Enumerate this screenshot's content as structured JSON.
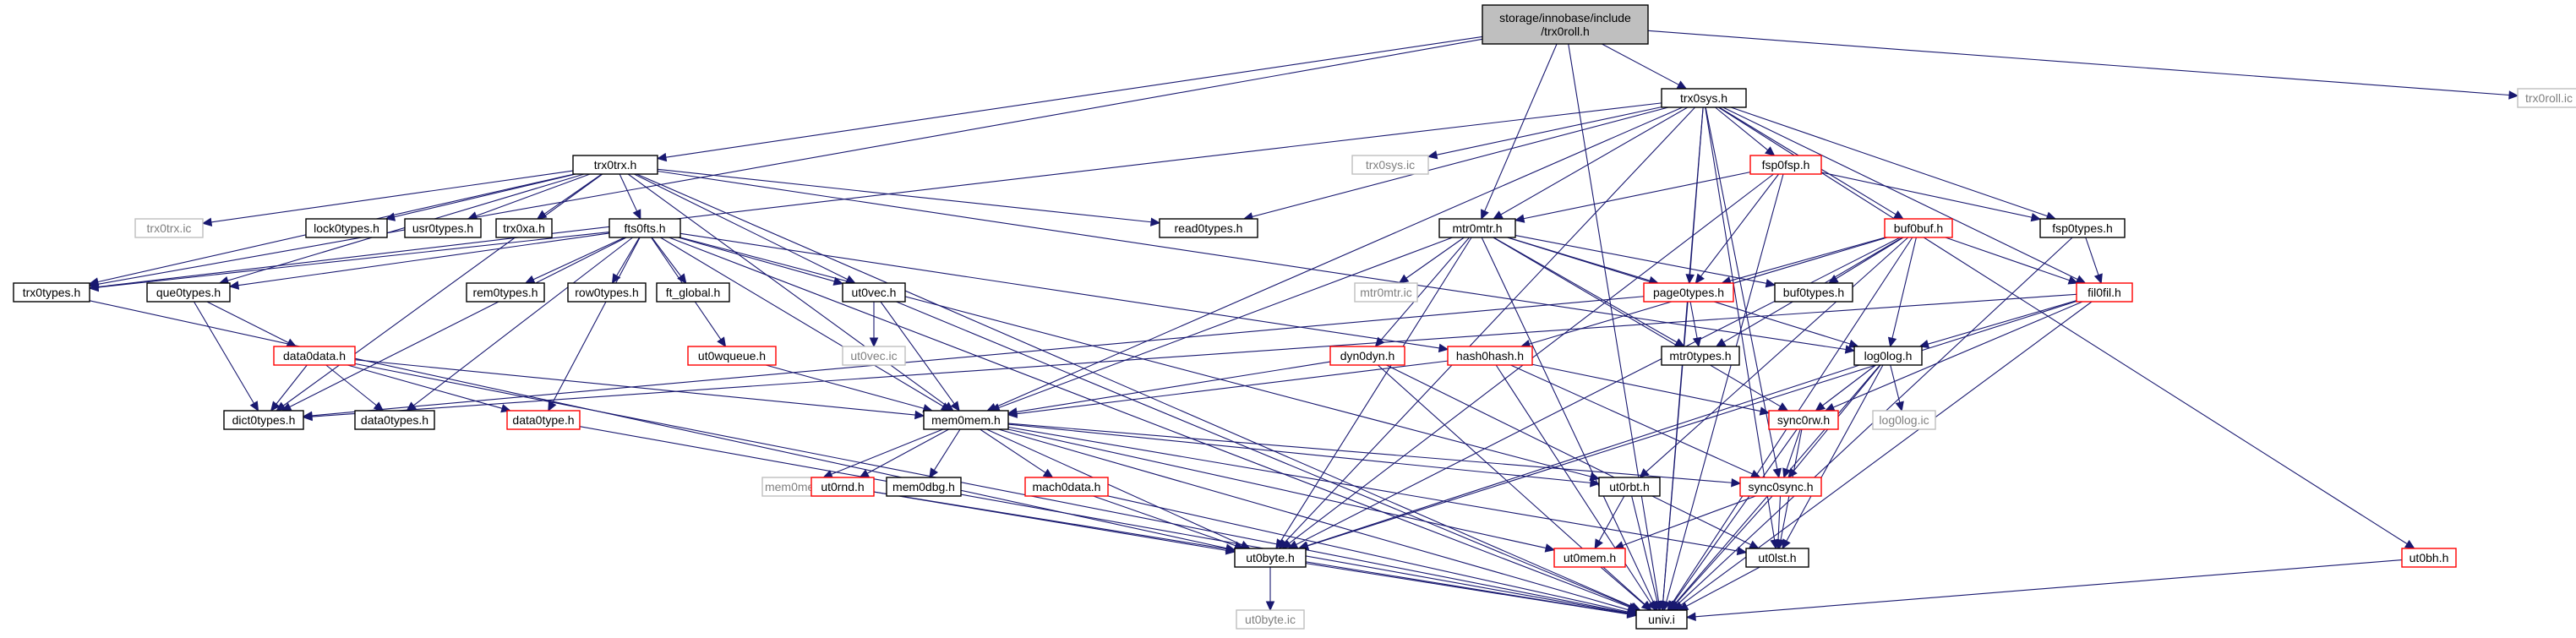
{
  "diagram": {
    "type": "include-dependency-graph",
    "colors": {
      "edge": "#191970",
      "node_border": "#000000",
      "node_border_red": "#ff0000",
      "node_border_gray": "#bfbfbf",
      "root_fill": "#bfbfbf",
      "gray_text": "#7f7f7f"
    },
    "nodes": [
      {
        "id": "root",
        "lines": [
          "storage/innobase/include",
          "/trx0roll.h"
        ],
        "style": "root"
      },
      {
        "id": "trx0sys",
        "lines": [
          "trx0sys.h"
        ],
        "style": "normal"
      },
      {
        "id": "trx0roll_ic",
        "lines": [
          "trx0roll.ic"
        ],
        "style": "gray"
      },
      {
        "id": "trx0trx",
        "lines": [
          "trx0trx.h"
        ],
        "style": "normal"
      },
      {
        "id": "trx0sys_ic",
        "lines": [
          "trx0sys.ic"
        ],
        "style": "gray"
      },
      {
        "id": "fsp0fsp",
        "lines": [
          "fsp0fsp.h"
        ],
        "style": "red"
      },
      {
        "id": "trx0trx_ic",
        "lines": [
          "trx0trx.ic"
        ],
        "style": "gray"
      },
      {
        "id": "lock0types",
        "lines": [
          "lock0types.h"
        ],
        "style": "normal"
      },
      {
        "id": "usr0types",
        "lines": [
          "usr0types.h"
        ],
        "style": "normal"
      },
      {
        "id": "trx0xa",
        "lines": [
          "trx0xa.h"
        ],
        "style": "normal"
      },
      {
        "id": "read0types",
        "lines": [
          "read0types.h"
        ],
        "style": "normal"
      },
      {
        "id": "mtr0mtr",
        "lines": [
          "mtr0mtr.h"
        ],
        "style": "normal"
      },
      {
        "id": "buf0buf",
        "lines": [
          "buf0buf.h"
        ],
        "style": "red"
      },
      {
        "id": "fsp0types",
        "lines": [
          "fsp0types.h"
        ],
        "style": "normal"
      },
      {
        "id": "fts0fts",
        "lines": [
          "fts0fts.h"
        ],
        "style": "normal"
      },
      {
        "id": "trx0types",
        "lines": [
          "trx0types.h"
        ],
        "style": "normal"
      },
      {
        "id": "que0types",
        "lines": [
          "que0types.h"
        ],
        "style": "normal"
      },
      {
        "id": "rem0types",
        "lines": [
          "rem0types.h"
        ],
        "style": "normal"
      },
      {
        "id": "row0types",
        "lines": [
          "row0types.h"
        ],
        "style": "normal"
      },
      {
        "id": "ft_global",
        "lines": [
          "ft_global.h"
        ],
        "style": "normal"
      },
      {
        "id": "ut0vec",
        "lines": [
          "ut0vec.h"
        ],
        "style": "normal"
      },
      {
        "id": "mtr0mtr_ic",
        "lines": [
          "mtr0mtr.ic"
        ],
        "style": "gray"
      },
      {
        "id": "page0types",
        "lines": [
          "page0types.h"
        ],
        "style": "red"
      },
      {
        "id": "buf0types",
        "lines": [
          "buf0types.h"
        ],
        "style": "normal"
      },
      {
        "id": "fil0fil",
        "lines": [
          "fil0fil.h"
        ],
        "style": "red"
      },
      {
        "id": "ut0bh",
        "lines": [
          "ut0bh.h"
        ],
        "style": "red"
      },
      {
        "id": "data0data",
        "lines": [
          "data0data.h"
        ],
        "style": "red"
      },
      {
        "id": "ut0vec_ic",
        "lines": [
          "ut0vec.ic"
        ],
        "style": "gray"
      },
      {
        "id": "ut0wqueue",
        "lines": [
          "ut0wqueue.h"
        ],
        "style": "red"
      },
      {
        "id": "dyn0dyn",
        "lines": [
          "dyn0dyn.h"
        ],
        "style": "red"
      },
      {
        "id": "hash0hash",
        "lines": [
          "hash0hash.h"
        ],
        "style": "red"
      },
      {
        "id": "mtr0types",
        "lines": [
          "mtr0types.h"
        ],
        "style": "normal"
      },
      {
        "id": "log0log",
        "lines": [
          "log0log.h"
        ],
        "style": "normal"
      },
      {
        "id": "dict0types",
        "lines": [
          "dict0types.h"
        ],
        "style": "normal"
      },
      {
        "id": "data0types",
        "lines": [
          "data0types.h"
        ],
        "style": "normal"
      },
      {
        "id": "data0type",
        "lines": [
          "data0type.h"
        ],
        "style": "red"
      },
      {
        "id": "mem0mem",
        "lines": [
          "mem0mem.h"
        ],
        "style": "normal"
      },
      {
        "id": "sync0rw",
        "lines": [
          "sync0rw.h"
        ],
        "style": "red"
      },
      {
        "id": "log0log_ic",
        "lines": [
          "log0log.ic"
        ],
        "style": "gray"
      },
      {
        "id": "mem0mem_ic",
        "lines": [
          "mem0mem.ic"
        ],
        "style": "gray"
      },
      {
        "id": "ut0rnd",
        "lines": [
          "ut0rnd.h"
        ],
        "style": "red"
      },
      {
        "id": "mem0dbg",
        "lines": [
          "mem0dbg.h"
        ],
        "style": "normal"
      },
      {
        "id": "mach0data",
        "lines": [
          "mach0data.h"
        ],
        "style": "red"
      },
      {
        "id": "ut0rbt",
        "lines": [
          "ut0rbt.h"
        ],
        "style": "normal"
      },
      {
        "id": "sync0sync",
        "lines": [
          "sync0sync.h"
        ],
        "style": "red"
      },
      {
        "id": "ut0byte",
        "lines": [
          "ut0byte.h"
        ],
        "style": "normal"
      },
      {
        "id": "ut0mem",
        "lines": [
          "ut0mem.h"
        ],
        "style": "red"
      },
      {
        "id": "ut0lst",
        "lines": [
          "ut0lst.h"
        ],
        "style": "normal"
      },
      {
        "id": "univ",
        "lines": [
          "univ.i"
        ],
        "style": "normal"
      },
      {
        "id": "ut0byte_ic",
        "lines": [
          "ut0byte.ic"
        ],
        "style": "gray"
      }
    ],
    "edges": [
      [
        "root",
        "trx0sys"
      ],
      [
        "root",
        "trx0roll_ic"
      ],
      [
        "root",
        "trx0trx"
      ],
      [
        "root",
        "mtr0mtr"
      ],
      [
        "root",
        "trx0types"
      ],
      [
        "root",
        "univ"
      ],
      [
        "trx0sys",
        "trx0sys_ic"
      ],
      [
        "trx0sys",
        "fsp0fsp"
      ],
      [
        "trx0sys",
        "read0types"
      ],
      [
        "trx0sys",
        "mtr0mtr"
      ],
      [
        "trx0sys",
        "buf0buf"
      ],
      [
        "trx0sys",
        "fsp0types"
      ],
      [
        "trx0sys",
        "page0types"
      ],
      [
        "trx0sys",
        "fil0fil"
      ],
      [
        "trx0sys",
        "ut0bh"
      ],
      [
        "trx0sys",
        "mem0mem"
      ],
      [
        "trx0sys",
        "ut0byte"
      ],
      [
        "trx0sys",
        "ut0lst"
      ],
      [
        "trx0sys",
        "sync0sync"
      ],
      [
        "trx0sys",
        "univ"
      ],
      [
        "trx0sys",
        "trx0types"
      ],
      [
        "trx0trx",
        "trx0trx_ic"
      ],
      [
        "trx0trx",
        "lock0types"
      ],
      [
        "trx0trx",
        "usr0types"
      ],
      [
        "trx0trx",
        "trx0xa"
      ],
      [
        "trx0trx",
        "read0types"
      ],
      [
        "trx0trx",
        "fts0fts"
      ],
      [
        "trx0trx",
        "trx0types"
      ],
      [
        "trx0trx",
        "que0types"
      ],
      [
        "trx0trx",
        "ut0vec"
      ],
      [
        "trx0trx",
        "mem0mem"
      ],
      [
        "trx0trx",
        "dict0types"
      ],
      [
        "trx0trx",
        "log0log"
      ],
      [
        "trx0trx",
        "univ"
      ],
      [
        "fsp0fsp",
        "mtr0mtr"
      ],
      [
        "fsp0fsp",
        "page0types"
      ],
      [
        "fsp0fsp",
        "fsp0types"
      ],
      [
        "fsp0fsp",
        "ut0byte"
      ],
      [
        "fsp0fsp",
        "univ"
      ],
      [
        "mtr0mtr",
        "mtr0mtr_ic"
      ],
      [
        "mtr0mtr",
        "page0types"
      ],
      [
        "mtr0mtr",
        "buf0types"
      ],
      [
        "mtr0mtr",
        "mtr0types"
      ],
      [
        "mtr0mtr",
        "dyn0dyn"
      ],
      [
        "mtr0mtr",
        "log0log"
      ],
      [
        "mtr0mtr",
        "mem0mem"
      ],
      [
        "mtr0mtr",
        "sync0rw"
      ],
      [
        "mtr0mtr",
        "ut0byte"
      ],
      [
        "mtr0mtr",
        "univ"
      ],
      [
        "buf0buf",
        "page0types"
      ],
      [
        "buf0buf",
        "buf0types"
      ],
      [
        "buf0buf",
        "fil0fil"
      ],
      [
        "buf0buf",
        "hash0hash"
      ],
      [
        "buf0buf",
        "mtr0types"
      ],
      [
        "buf0buf",
        "log0log"
      ],
      [
        "buf0buf",
        "ut0rbt"
      ],
      [
        "buf0buf",
        "ut0byte"
      ],
      [
        "buf0buf",
        "univ"
      ],
      [
        "fsp0types",
        "fil0fil"
      ],
      [
        "fsp0types",
        "univ"
      ],
      [
        "fil0fil",
        "dict0types"
      ],
      [
        "fil0fil",
        "log0log"
      ],
      [
        "fil0fil",
        "sync0rw"
      ],
      [
        "fil0fil",
        "ut0byte"
      ],
      [
        "fil0fil",
        "univ"
      ],
      [
        "fts0fts",
        "trx0types"
      ],
      [
        "fts0fts",
        "que0types"
      ],
      [
        "fts0fts",
        "rem0types"
      ],
      [
        "fts0fts",
        "row0types"
      ],
      [
        "fts0fts",
        "ft_global"
      ],
      [
        "fts0fts",
        "ut0vec"
      ],
      [
        "fts0fts",
        "hash0hash"
      ],
      [
        "fts0fts",
        "ut0wqueue"
      ],
      [
        "fts0fts",
        "data0type"
      ],
      [
        "fts0fts",
        "data0types"
      ],
      [
        "fts0fts",
        "dict0types"
      ],
      [
        "fts0fts",
        "mem0mem"
      ],
      [
        "fts0fts",
        "ut0rbt"
      ],
      [
        "fts0fts",
        "univ"
      ],
      [
        "trx0types",
        "ut0byte"
      ],
      [
        "que0types",
        "data0data"
      ],
      [
        "que0types",
        "dict0types"
      ],
      [
        "data0data",
        "dict0types"
      ],
      [
        "data0data",
        "data0types"
      ],
      [
        "data0data",
        "data0type"
      ],
      [
        "data0data",
        "mem0mem"
      ],
      [
        "data0data",
        "univ"
      ],
      [
        "ut0vec",
        "ut0vec_ic"
      ],
      [
        "ut0vec",
        "mem0mem"
      ],
      [
        "ut0vec",
        "univ"
      ],
      [
        "ut0wqueue",
        "mem0mem"
      ],
      [
        "page0types",
        "dict0types"
      ],
      [
        "page0types",
        "mtr0types"
      ],
      [
        "page0types",
        "univ"
      ],
      [
        "dyn0dyn",
        "mem0mem"
      ],
      [
        "dyn0dyn",
        "ut0lst"
      ],
      [
        "dyn0dyn",
        "univ"
      ],
      [
        "hash0hash",
        "mem0mem"
      ],
      [
        "hash0hash",
        "sync0rw"
      ],
      [
        "hash0hash",
        "sync0sync"
      ],
      [
        "hash0hash",
        "univ"
      ],
      [
        "log0log",
        "log0log_ic"
      ],
      [
        "log0log",
        "sync0rw"
      ],
      [
        "log0log",
        "sync0sync"
      ],
      [
        "log0log",
        "ut0lst"
      ],
      [
        "log0log",
        "ut0byte"
      ],
      [
        "log0log",
        "univ"
      ],
      [
        "data0type",
        "univ"
      ],
      [
        "mem0mem",
        "mem0mem_ic"
      ],
      [
        "mem0mem",
        "ut0rnd"
      ],
      [
        "mem0mem",
        "mem0dbg"
      ],
      [
        "mem0mem",
        "mach0data"
      ],
      [
        "mem0mem",
        "ut0rbt"
      ],
      [
        "mem0mem",
        "sync0sync"
      ],
      [
        "mem0mem",
        "ut0byte"
      ],
      [
        "mem0mem",
        "ut0mem"
      ],
      [
        "mem0mem",
        "ut0lst"
      ],
      [
        "mem0mem",
        "univ"
      ],
      [
        "sync0rw",
        "sync0sync"
      ],
      [
        "sync0rw",
        "ut0lst"
      ],
      [
        "sync0rw",
        "univ"
      ],
      [
        "ut0rnd",
        "ut0byte"
      ],
      [
        "ut0rnd",
        "univ"
      ],
      [
        "mach0data",
        "ut0byte"
      ],
      [
        "mach0data",
        "univ"
      ],
      [
        "ut0rbt",
        "ut0mem"
      ],
      [
        "ut0rbt",
        "univ"
      ],
      [
        "sync0sync",
        "ut0mem"
      ],
      [
        "sync0sync",
        "ut0lst"
      ],
      [
        "sync0sync",
        "univ"
      ],
      [
        "ut0byte",
        "ut0byte_ic"
      ],
      [
        "ut0byte",
        "univ"
      ],
      [
        "ut0mem",
        "univ"
      ],
      [
        "ut0lst",
        "univ"
      ],
      [
        "ut0bh",
        "univ"
      ]
    ]
  }
}
